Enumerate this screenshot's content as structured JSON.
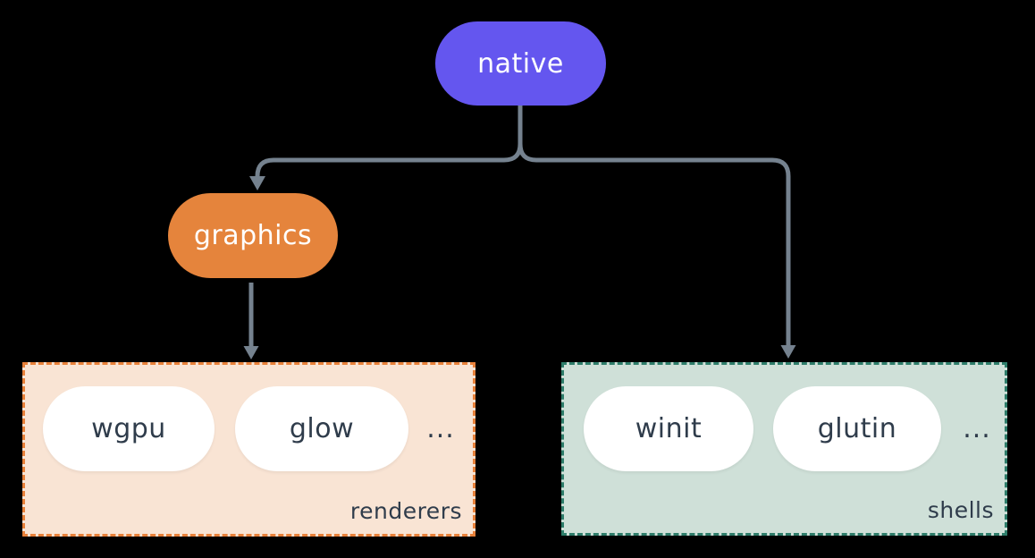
{
  "colors": {
    "background": "#000000",
    "line": "#75828f",
    "native_bg": "#6456ef",
    "graphics_bg": "#e5843c",
    "node_text": "#ffffff",
    "renderers_bg": "#f9e4d4",
    "renderers_border": "#e8813a",
    "shells_bg": "#cfe0d8",
    "shells_border": "#2e7d6a",
    "item_bg": "#ffffff",
    "dark_text": "#2f3c4b"
  },
  "nodes": {
    "native": {
      "label": "native"
    },
    "graphics": {
      "label": "graphics"
    }
  },
  "groups": {
    "renderers": {
      "label": "renderers",
      "items": [
        "wgpu",
        "glow"
      ],
      "ellipsis": "..."
    },
    "shells": {
      "label": "shells",
      "items": [
        "winit",
        "glutin"
      ],
      "ellipsis": "..."
    }
  }
}
